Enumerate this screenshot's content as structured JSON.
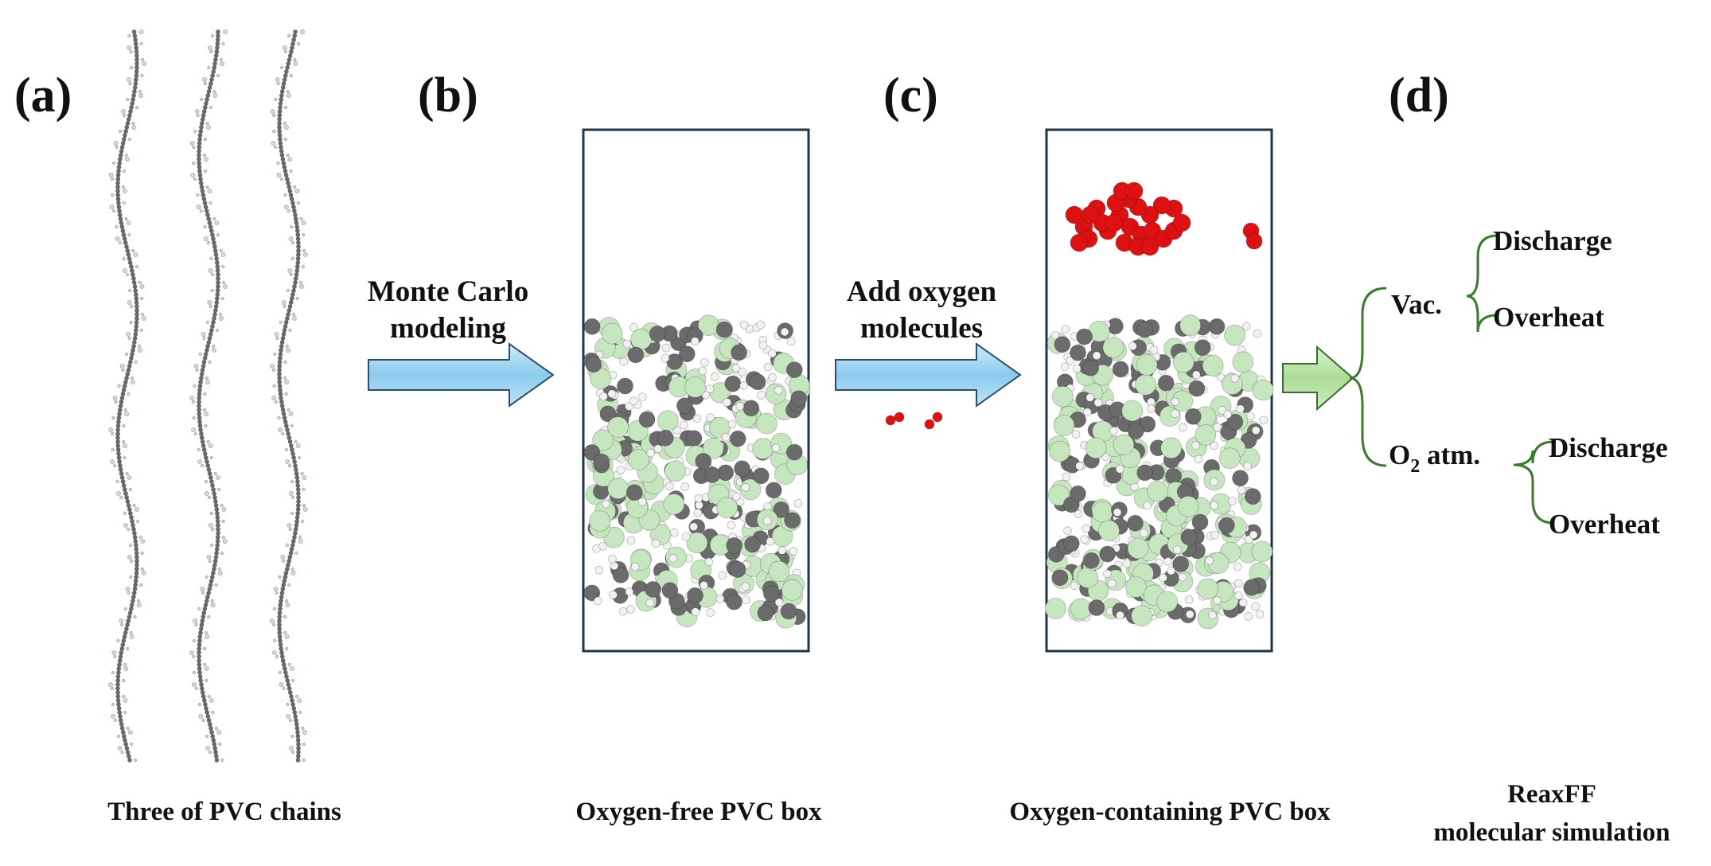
{
  "panels": [
    {
      "letter": "(a)",
      "caption": "Three of PVC chains"
    },
    {
      "letter": "(b)",
      "caption": "Oxygen-free PVC box"
    },
    {
      "letter": "(c)",
      "caption": "Oxygen-containing PVC box"
    },
    {
      "letter": "(d)",
      "caption_lines": [
        "ReaxFF",
        "molecular simulation"
      ]
    }
  ],
  "arrows": [
    {
      "lines": [
        "Monte Carlo",
        "modeling"
      ],
      "color": "#9fd3ef"
    },
    {
      "lines": [
        "Add oxygen",
        "molecules"
      ],
      "color": "#9fd3ef"
    },
    {
      "lines": [],
      "color": "#b6e2a6"
    }
  ],
  "tree": {
    "branches": [
      {
        "label": "Vac.",
        "label_sub": "",
        "label_suffix": "",
        "leaves": [
          "Discharge",
          "Overheat"
        ]
      },
      {
        "label": "O",
        "label_sub": "2",
        "label_suffix": " atm.",
        "leaves": [
          "Discharge",
          "Overheat"
        ]
      }
    ],
    "bracket_color": "#3a7a2e"
  },
  "colors": {
    "carbon": "#6b6b6b",
    "chlorine": "#c6e6c0",
    "hydrogen": "#f2f2f2",
    "oxygen": "#dd1111",
    "box_border": "#1f3548"
  }
}
